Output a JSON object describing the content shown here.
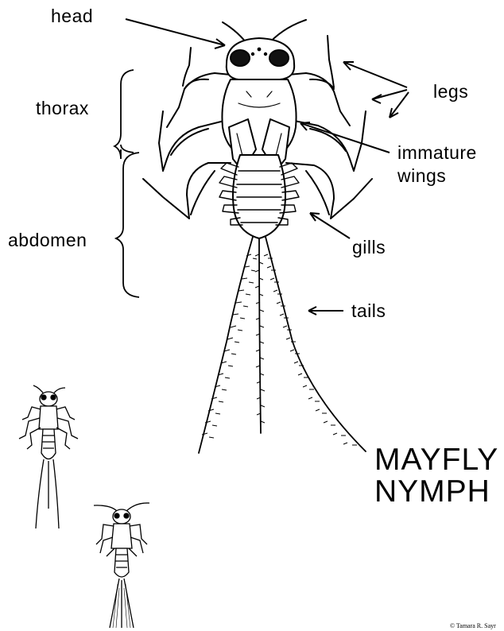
{
  "labels": {
    "head": "head",
    "thorax": "thorax",
    "abdomen": "abdomen",
    "legs": "legs",
    "immature_wings_line1": "immature",
    "immature_wings_line2": "wings",
    "gills": "gills",
    "tails": "tails"
  },
  "title": {
    "line1": "MAYFLY",
    "line2": "NYMPH"
  },
  "credit": "© Tamara R. Sayr"
}
